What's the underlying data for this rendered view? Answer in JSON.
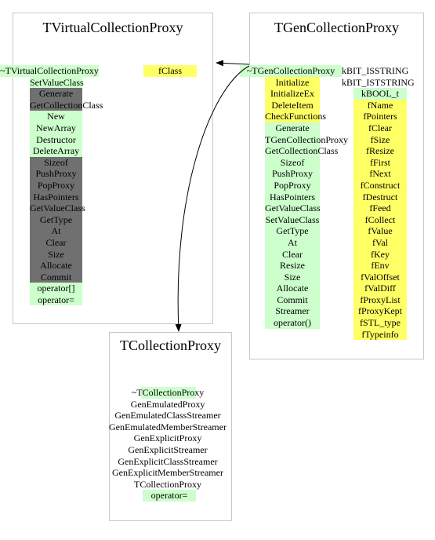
{
  "classes": {
    "virtual": {
      "name": "TVirtualCollectionProxy",
      "methods": [
        {
          "label": "~TVirtualCollectionProxy",
          "c": "green"
        },
        {
          "label": "SetValueClass",
          "c": "green"
        },
        {
          "label": "Generate",
          "c": "grey"
        },
        {
          "label": "GetCollectionClass",
          "c": "grey"
        },
        {
          "label": "New",
          "c": "green"
        },
        {
          "label": "NewArray",
          "c": "green"
        },
        {
          "label": "Destructor",
          "c": "green"
        },
        {
          "label": "DeleteArray",
          "c": "green"
        },
        {
          "label": "Sizeof",
          "c": "grey"
        },
        {
          "label": "PushProxy",
          "c": "grey"
        },
        {
          "label": "PopProxy",
          "c": "grey"
        },
        {
          "label": "HasPointers",
          "c": "grey"
        },
        {
          "label": "GetValueClass",
          "c": "grey"
        },
        {
          "label": "GetType",
          "c": "grey"
        },
        {
          "label": "At",
          "c": "grey"
        },
        {
          "label": "Clear",
          "c": "grey"
        },
        {
          "label": "Size",
          "c": "grey"
        },
        {
          "label": "Allocate",
          "c": "grey"
        },
        {
          "label": "Commit",
          "c": "grey"
        },
        {
          "label": "operator[]",
          "c": "green"
        },
        {
          "label": "operator=",
          "c": "green"
        }
      ],
      "members": [
        {
          "label": "fClass",
          "c": "yellow"
        }
      ]
    },
    "gen": {
      "name": "TGenCollectionProxy",
      "methods": [
        {
          "label": "~TGenCollectionProxy",
          "c": "green"
        },
        {
          "label": "Initialize",
          "c": "yellow"
        },
        {
          "label": "InitializeEx",
          "c": "yellow"
        },
        {
          "label": "DeleteItem",
          "c": "yellow"
        },
        {
          "label": "CheckFunctions",
          "c": "yellow"
        },
        {
          "label": "Generate",
          "c": "green"
        },
        {
          "label": "TGenCollectionProxy",
          "c": "green"
        },
        {
          "label": "GetCollectionClass",
          "c": "green"
        },
        {
          "label": "Sizeof",
          "c": "green"
        },
        {
          "label": "PushProxy",
          "c": "green"
        },
        {
          "label": "PopProxy",
          "c": "green"
        },
        {
          "label": "HasPointers",
          "c": "green"
        },
        {
          "label": "GetValueClass",
          "c": "green"
        },
        {
          "label": "SetValueClass",
          "c": "green"
        },
        {
          "label": "GetType",
          "c": "green"
        },
        {
          "label": "At",
          "c": "green"
        },
        {
          "label": "Clear",
          "c": "green"
        },
        {
          "label": "Resize",
          "c": "green"
        },
        {
          "label": "Size",
          "c": "green"
        },
        {
          "label": "Allocate",
          "c": "green"
        },
        {
          "label": "Commit",
          "c": "green"
        },
        {
          "label": "Streamer",
          "c": "green"
        },
        {
          "label": "operator()",
          "c": "green"
        }
      ],
      "members": [
        {
          "label": "kBIT_ISSTRING",
          "c": "none"
        },
        {
          "label": "kBIT_ISTSTRING",
          "c": "none"
        },
        {
          "label": "kBOOL_t",
          "c": "green"
        },
        {
          "label": "fName",
          "c": "yellow"
        },
        {
          "label": "fPointers",
          "c": "yellow"
        },
        {
          "label": "fClear",
          "c": "yellow"
        },
        {
          "label": "fSize",
          "c": "yellow"
        },
        {
          "label": "fResize",
          "c": "yellow"
        },
        {
          "label": "fFirst",
          "c": "yellow"
        },
        {
          "label": "fNext",
          "c": "yellow"
        },
        {
          "label": "fConstruct",
          "c": "yellow"
        },
        {
          "label": "fDestruct",
          "c": "yellow"
        },
        {
          "label": "fFeed",
          "c": "yellow"
        },
        {
          "label": "fCollect",
          "c": "yellow"
        },
        {
          "label": "fValue",
          "c": "yellow"
        },
        {
          "label": "fVal",
          "c": "yellow"
        },
        {
          "label": "fKey",
          "c": "yellow"
        },
        {
          "label": "fEnv",
          "c": "yellow"
        },
        {
          "label": "fValOffset",
          "c": "yellow"
        },
        {
          "label": "fValDiff",
          "c": "yellow"
        },
        {
          "label": "fProxyList",
          "c": "yellow"
        },
        {
          "label": "fProxyKept",
          "c": "yellow"
        },
        {
          "label": "fSTL_type",
          "c": "yellow"
        },
        {
          "label": "fTypeinfo",
          "c": "yellow"
        }
      ]
    },
    "coll": {
      "name": "TCollectionProxy",
      "methods": [
        {
          "label": "~TCollectionProxy",
          "c": "green-partial"
        },
        {
          "label": "GenEmulatedProxy",
          "c": "none"
        },
        {
          "label": "GenEmulatedClassStreamer",
          "c": "none"
        },
        {
          "label": "GenEmulatedMemberStreamer",
          "c": "none"
        },
        {
          "label": "GenExplicitProxy",
          "c": "none"
        },
        {
          "label": "GenExplicitStreamer",
          "c": "none"
        },
        {
          "label": "GenExplicitClassStreamer",
          "c": "none"
        },
        {
          "label": "GenExplicitMemberStreamer",
          "c": "none"
        },
        {
          "label": "TCollectionProxy",
          "c": "none"
        },
        {
          "label": "operator=",
          "c": "green"
        }
      ]
    }
  }
}
